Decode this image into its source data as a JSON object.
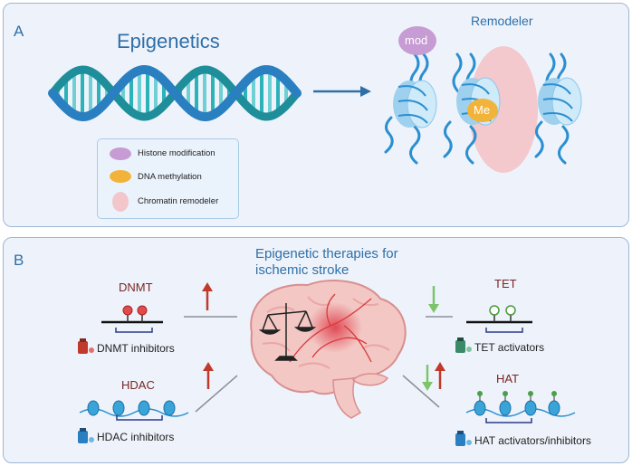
{
  "panel_a": {
    "letter": "A",
    "title": "Epigenetics",
    "remodeler_label": "Remodeler",
    "mod_label": "mod",
    "me_label": "Me",
    "legend": [
      {
        "label": "Histone modification",
        "color": "#c79bd3"
      },
      {
        "label": "DNA methylation",
        "color": "#f2b33a"
      },
      {
        "label": "Chromatin remodeler",
        "color": "#f2c6cb"
      }
    ]
  },
  "panel_b": {
    "letter": "B",
    "title_line1": "Epigenetic therapies for",
    "title_line2": "ischemic stroke",
    "dnmt": {
      "label": "DNMT",
      "drug": "DNMT inhibitors",
      "direction": "up"
    },
    "hdac": {
      "label": "HDAC",
      "drug": "HDAC inhibitors",
      "direction": "up"
    },
    "tet": {
      "label": "TET",
      "drug": "TET activators",
      "direction": "down"
    },
    "hat": {
      "label": "HAT",
      "drug": "HAT activators/inhibitors",
      "direction": "down-up"
    }
  },
  "colors": {
    "panel_bg": "#eef3fb",
    "panel_border": "#9fb6d3",
    "title_blue": "#2f6fa8",
    "dna_teal": "#2bb3b9",
    "dna_blue": "#2a7fc0",
    "red_arrow": "#c0392b",
    "green_arrow": "#7cc46a"
  }
}
